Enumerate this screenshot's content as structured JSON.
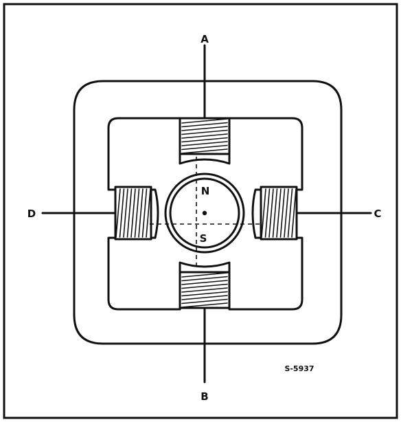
{
  "diagram": {
    "terminals": {
      "a": "A",
      "b": "B",
      "c": "C",
      "d": "D"
    },
    "rotor": {
      "north": "N",
      "south": "S"
    },
    "reference_code": "S-5937"
  }
}
